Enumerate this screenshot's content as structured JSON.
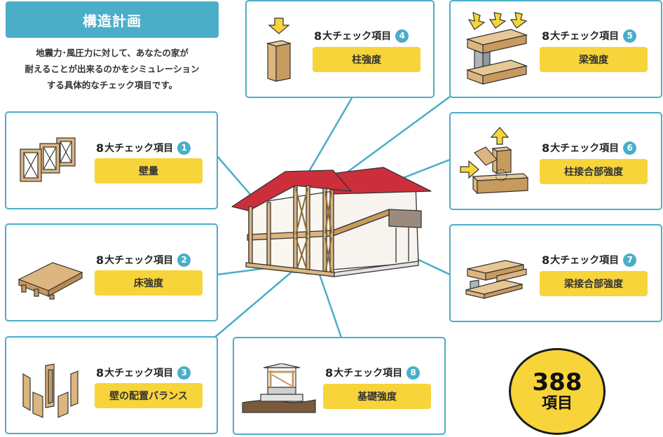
{
  "header": {
    "title": "構造計画"
  },
  "intro": {
    "lines": [
      "地震力･風圧力に対して、あなたの家が",
      "耐えることが出来るのかをシミュレーション",
      "する具体的なチェック項目です。"
    ]
  },
  "colors": {
    "accent": "#4aaec8",
    "pill": "#f7d43a",
    "wood": "#dcb57f",
    "roof": "#cc2f3b"
  },
  "checks": [
    {
      "prefix": "8",
      "heading": "大チェック項目",
      "number": "1",
      "label": "壁量",
      "icon": "wall-frames-icon"
    },
    {
      "prefix": "8",
      "heading": "大チェック項目",
      "number": "2",
      "label": "床強度",
      "icon": "floor-panel-icon"
    },
    {
      "prefix": "8",
      "heading": "大チェック項目",
      "number": "3",
      "label": "壁の配置バランス",
      "icon": "wall-layout-icon"
    },
    {
      "prefix": "8",
      "heading": "大チェック項目",
      "number": "4",
      "label": "柱強度",
      "icon": "column-icon"
    },
    {
      "prefix": "8",
      "heading": "大チェック項目",
      "number": "5",
      "label": "梁強度",
      "icon": "beam-icon"
    },
    {
      "prefix": "8",
      "heading": "大チェック項目",
      "number": "6",
      "label": "柱接合部強度",
      "icon": "column-joint-icon"
    },
    {
      "prefix": "8",
      "heading": "大チェック項目",
      "number": "7",
      "label": "梁接合部強度",
      "icon": "beam-joint-icon"
    },
    {
      "prefix": "8",
      "heading": "大チェック項目",
      "number": "8",
      "label": "基礎強度",
      "icon": "foundation-icon"
    }
  ],
  "total": {
    "value": "388",
    "unit": "項目"
  }
}
